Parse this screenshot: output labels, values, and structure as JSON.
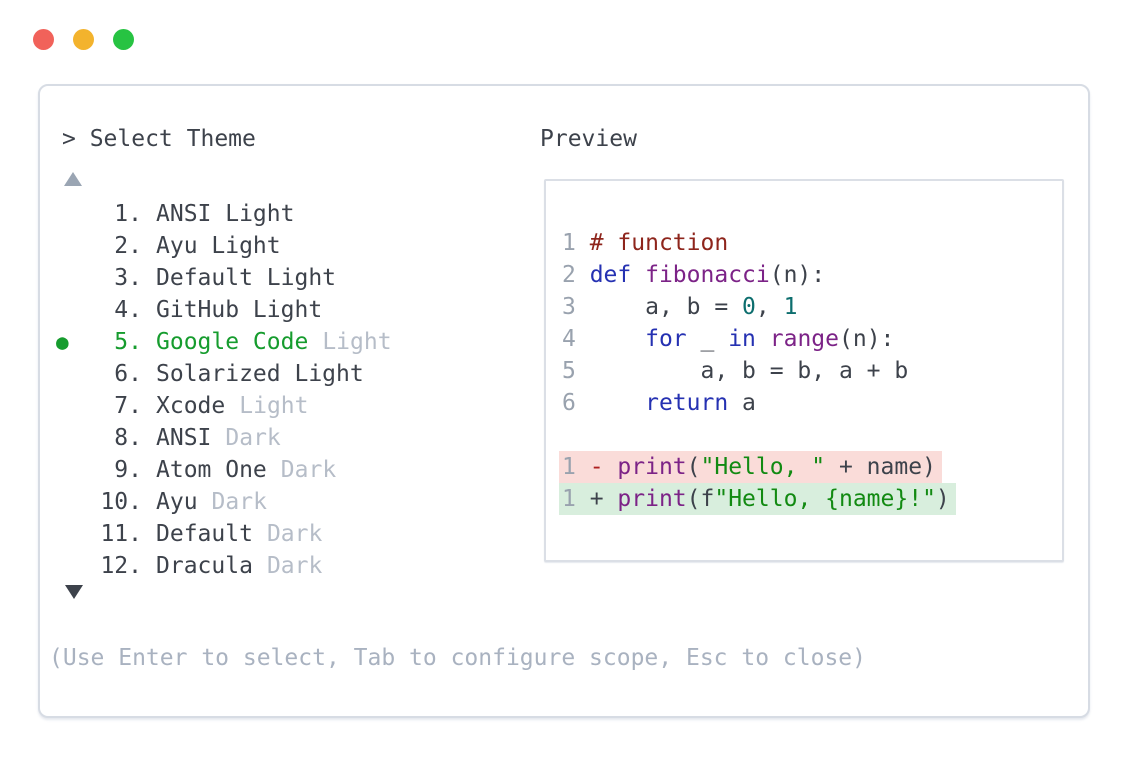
{
  "header": {
    "prompt": "> Select Theme",
    "preview_label": "Preview"
  },
  "theme_list": {
    "bullet": "●",
    "items": [
      {
        "num": " 1.",
        "name": "ANSI Light",
        "muted_suffix": "",
        "selected": false
      },
      {
        "num": " 2.",
        "name": "Ayu Light",
        "muted_suffix": "",
        "selected": false
      },
      {
        "num": " 3.",
        "name": "Default Light",
        "muted_suffix": "",
        "selected": false
      },
      {
        "num": " 4.",
        "name": "GitHub Light",
        "muted_suffix": "",
        "selected": false
      },
      {
        "num": " 5.",
        "name": "Google Code",
        "muted_suffix": "Light",
        "selected": true
      },
      {
        "num": " 6.",
        "name": "Solarized Light",
        "muted_suffix": "",
        "selected": false
      },
      {
        "num": " 7.",
        "name": "Xcode",
        "muted_suffix": "Light",
        "selected": false
      },
      {
        "num": " 8.",
        "name": "ANSI",
        "muted_suffix": "Dark",
        "selected": false
      },
      {
        "num": " 9.",
        "name": "Atom One",
        "muted_suffix": "Dark",
        "selected": false
      },
      {
        "num": "10.",
        "name": "Ayu",
        "muted_suffix": "Dark",
        "selected": false
      },
      {
        "num": "11.",
        "name": "Default",
        "muted_suffix": "Dark",
        "selected": false
      },
      {
        "num": "12.",
        "name": "Dracula",
        "muted_suffix": "Dark",
        "selected": false
      }
    ]
  },
  "preview": {
    "code_lines": [
      {
        "bg": "",
        "tokens": [
          {
            "t": "1 ",
            "c": "ln"
          },
          {
            "t": "# function",
            "c": "cm"
          }
        ]
      },
      {
        "bg": "",
        "tokens": [
          {
            "t": "2 ",
            "c": "ln"
          },
          {
            "t": "def",
            "c": "kw"
          },
          {
            "t": " ",
            "c": "pl"
          },
          {
            "t": "fibonacci",
            "c": "fn"
          },
          {
            "t": "(n):",
            "c": "pl"
          }
        ]
      },
      {
        "bg": "",
        "tokens": [
          {
            "t": "3 ",
            "c": "ln"
          },
          {
            "t": "    a, b = ",
            "c": "pl"
          },
          {
            "t": "0",
            "c": "num"
          },
          {
            "t": ", ",
            "c": "pl"
          },
          {
            "t": "1",
            "c": "num"
          }
        ]
      },
      {
        "bg": "",
        "tokens": [
          {
            "t": "4 ",
            "c": "ln"
          },
          {
            "t": "    ",
            "c": "pl"
          },
          {
            "t": "for",
            "c": "kw"
          },
          {
            "t": " _ ",
            "c": "pl"
          },
          {
            "t": "in",
            "c": "kw"
          },
          {
            "t": " ",
            "c": "pl"
          },
          {
            "t": "range",
            "c": "fn"
          },
          {
            "t": "(n):",
            "c": "pl"
          }
        ]
      },
      {
        "bg": "",
        "tokens": [
          {
            "t": "5 ",
            "c": "ln"
          },
          {
            "t": "        a, b = b, a + b",
            "c": "pl"
          }
        ]
      },
      {
        "bg": "",
        "tokens": [
          {
            "t": "6 ",
            "c": "ln"
          },
          {
            "t": "    ",
            "c": "pl"
          },
          {
            "t": "return",
            "c": "kw"
          },
          {
            "t": " a",
            "c": "pl"
          }
        ]
      },
      {
        "bg": "",
        "tokens": []
      },
      {
        "bg": "minus",
        "tokens": [
          {
            "t": "1 ",
            "c": "ln"
          },
          {
            "t": "- ",
            "c": "dm"
          },
          {
            "t": "print",
            "c": "fn"
          },
          {
            "t": "(",
            "c": "pl"
          },
          {
            "t": "\"Hello, \"",
            "c": "str"
          },
          {
            "t": " + name)",
            "c": "pl"
          }
        ]
      },
      {
        "bg": "plus",
        "tokens": [
          {
            "t": "1 ",
            "c": "ln"
          },
          {
            "t": "+ ",
            "c": "pl"
          },
          {
            "t": "print",
            "c": "fn"
          },
          {
            "t": "(f",
            "c": "pl"
          },
          {
            "t": "\"Hello, {name}!\"",
            "c": "str"
          },
          {
            "t": ")",
            "c": "pl"
          }
        ]
      }
    ]
  },
  "footer": {
    "help": "(Use Enter to select, Tab to configure scope, Esc to close)"
  },
  "colors": {
    "primary_text": "#3d424b",
    "muted_text": "#b6bdc8",
    "help_text": "#a9b2c0",
    "accent_green": "#169c2e",
    "scroll_up_arrow": "#9aa5b3",
    "dot_red": "#f1625a",
    "dot_yellow": "#f3b32d",
    "dot_green": "#27c342",
    "diff_removed_bg": "#fadcd9",
    "diff_added_bg": "#d8eedd",
    "syntax": {
      "line_number": "#99a2ae",
      "comment": "#8e251c",
      "keyword": "#2531b2",
      "name": "#7c2387",
      "number": "#0d6e6e",
      "string": "#128a12",
      "diff_minus": "#ad2020"
    }
  }
}
